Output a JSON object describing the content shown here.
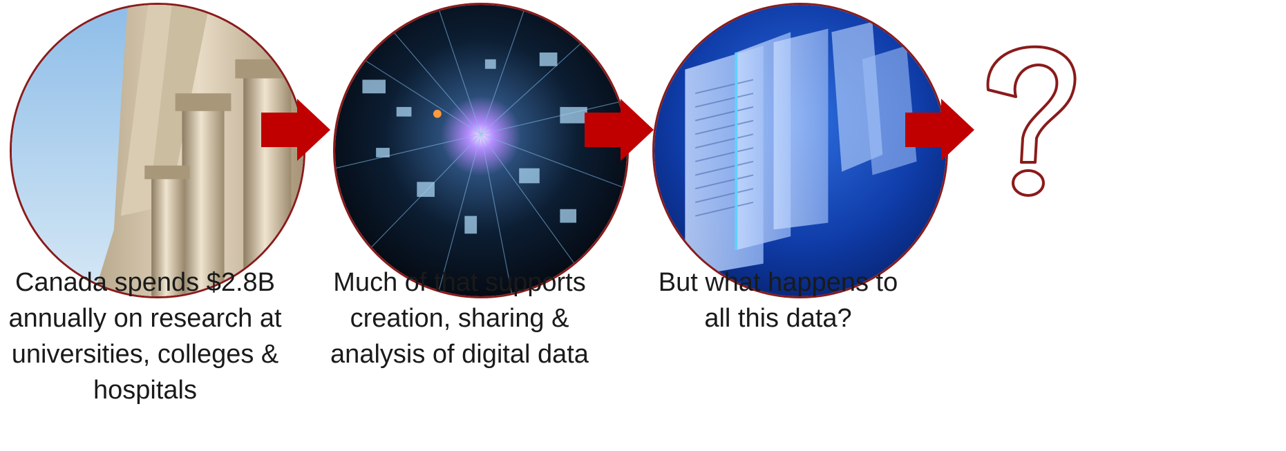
{
  "diagram": {
    "colors": {
      "arrow": "#c00000",
      "ring": "#8a1b1b",
      "question": "#8a1b1b"
    },
    "steps": [
      {
        "image": "building-columns-photo",
        "caption": "Canada spends $2.8B\nannually on research at\nuniversities, colleges &\nhospitals"
      },
      {
        "image": "digital-data-burst-image",
        "caption": "Much of that supports\ncreation, sharing &\nanalysis of digital data"
      },
      {
        "image": "document-pages-image",
        "caption": "But what happens to\nall this data?"
      }
    ],
    "end_icon": "question-mark-icon"
  }
}
